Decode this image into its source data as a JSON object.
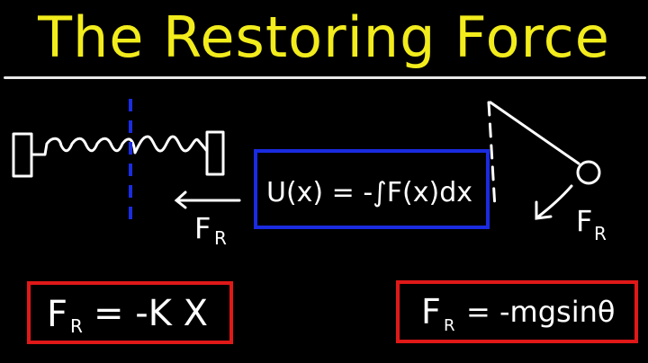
{
  "title": "The Restoring Force",
  "colors": {
    "background": "#000000",
    "title": "#f2ec1c",
    "underline": "#e8e8e8",
    "ink": "#ffffff",
    "equilibrium_line": "#1a2be0",
    "integral_box": "#1a2be0",
    "formula_box": "#e01818"
  },
  "spring_diagram": {
    "force_label": "F",
    "force_subscript": "R",
    "arrow_direction": "left"
  },
  "potential_energy": {
    "formula": "U(x) = -∫F(x)dx"
  },
  "pendulum_diagram": {
    "force_label": "F",
    "force_subscript": "R",
    "arrow_direction": "down-left"
  },
  "spring_formula": {
    "lhs": "F",
    "lhs_subscript": "R",
    "rhs": "= -K X"
  },
  "pendulum_formula": {
    "lhs": "F",
    "lhs_subscript": "R",
    "rhs": "= -mgsinθ"
  }
}
